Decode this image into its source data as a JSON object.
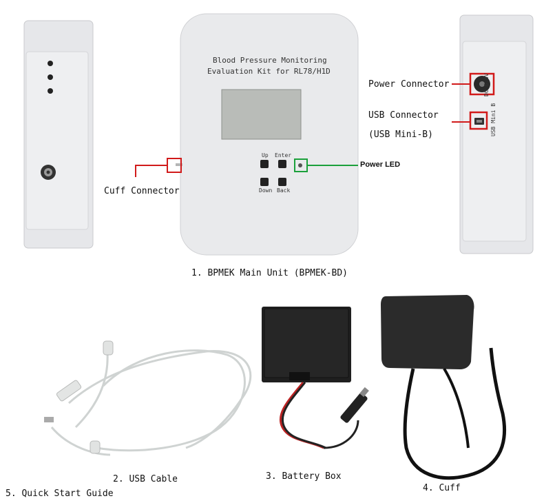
{
  "device": {
    "panel_title_line1": "Blood Pressure Monitoring",
    "panel_title_line2": "Evaluation Kit for RL78/H1D",
    "button_up": "Up",
    "button_enter": "Enter",
    "button_down": "Down",
    "button_back": "Back",
    "side_power_text": "DC 6.0V",
    "side_usb_text": "USB Mini B"
  },
  "callouts": {
    "cuff_connector": "Cuff Connector",
    "power_led": "Power LED",
    "power_connector": "Power Connector",
    "usb_connector_line1": "USB Connector",
    "usb_connector_line2": "(USB Mini-B)"
  },
  "captions": {
    "main_unit": "1.   BPMEK Main Unit (BPMEK-BD)",
    "usb_cable": "2. USB Cable",
    "battery_box": "3. Battery Box",
    "cuff": "4. Cuff",
    "quick_start": "5. Quick Start Guide"
  },
  "colors": {
    "callout_red": "#d11a1a",
    "callout_green": "#1aa03a",
    "device_body": "#e9eaec"
  }
}
